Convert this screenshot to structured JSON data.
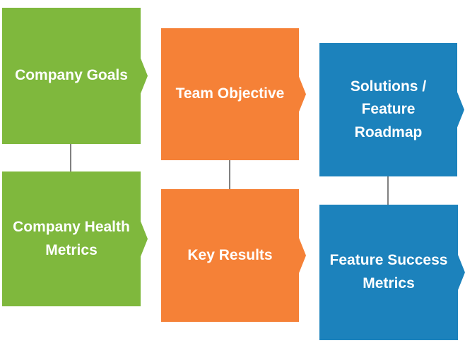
{
  "colors": {
    "green": "#7FB83D",
    "orange": "#F58137",
    "blue": "#1C82BC",
    "connector": "#808080",
    "text": "#FFFFFF"
  },
  "columns": [
    {
      "id": "company",
      "color": "#7FB83D",
      "boxes": [
        {
          "label": "Company Goals"
        },
        {
          "label": "Company Health\nMetrics"
        }
      ]
    },
    {
      "id": "team",
      "color": "#F58137",
      "boxes": [
        {
          "label": "Team Objective"
        },
        {
          "label": "Key Results"
        }
      ]
    },
    {
      "id": "feature",
      "color": "#1C82BC",
      "boxes": [
        {
          "label": "Solutions /\nFeature Roadmap"
        },
        {
          "label": "Feature Success\nMetrics"
        }
      ]
    }
  ],
  "connectors": [
    {
      "from": "Company Goals",
      "to": "Company Health Metrics"
    },
    {
      "from": "Team Objective",
      "to": "Key Results"
    },
    {
      "from": "Solutions / Feature Roadmap",
      "to": "Feature Success Metrics"
    }
  ]
}
